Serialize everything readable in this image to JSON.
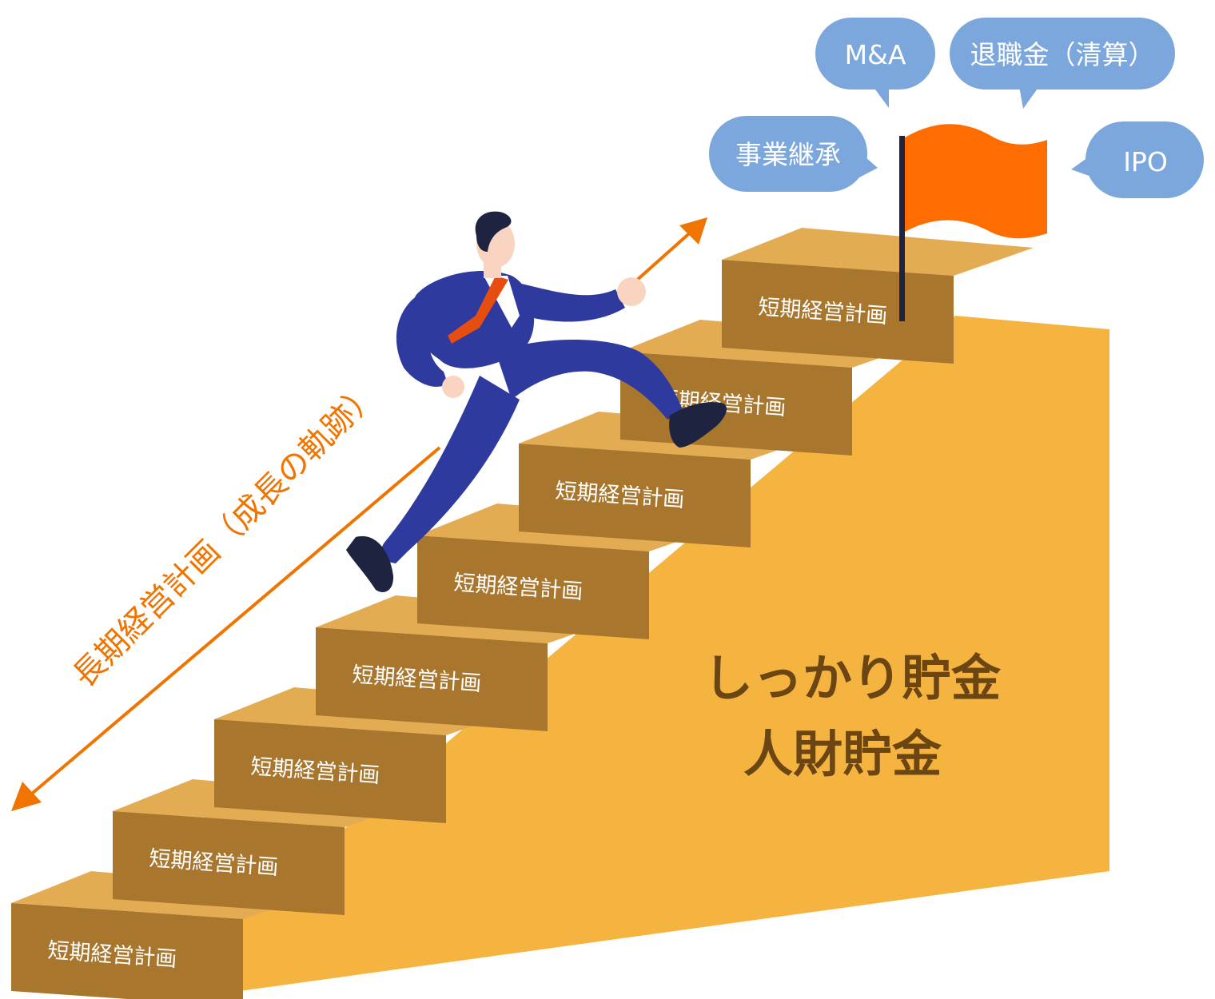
{
  "steps": [
    {
      "label": "短期経営計画"
    },
    {
      "label": "短期経営計画"
    },
    {
      "label": "短期経営計画"
    },
    {
      "label": "短期経営計画"
    },
    {
      "label": "短期経営計画"
    },
    {
      "label": "短期経営計画"
    },
    {
      "label": "短期経営計画"
    },
    {
      "label": "短期経営計画"
    }
  ],
  "foundation": {
    "line1": "しっかり貯金",
    "line2": "人財貯金"
  },
  "growth_arrow": {
    "label": "長期経営計画（成長の軌跡）"
  },
  "goals": [
    {
      "label": "M&A"
    },
    {
      "label": "退職金（清算）"
    },
    {
      "label": "事業継承"
    },
    {
      "label": "IPO"
    }
  ],
  "colors": {
    "step_top": "#e3ab52",
    "step_front": "#a8762d",
    "wall": "#f5b340",
    "accent": "#f07400",
    "bubble": "#7ba7dc",
    "suit": "#2f3a9e",
    "text_dark": "#6b4512"
  },
  "icons": [
    "flag-icon",
    "businessman-figure"
  ]
}
